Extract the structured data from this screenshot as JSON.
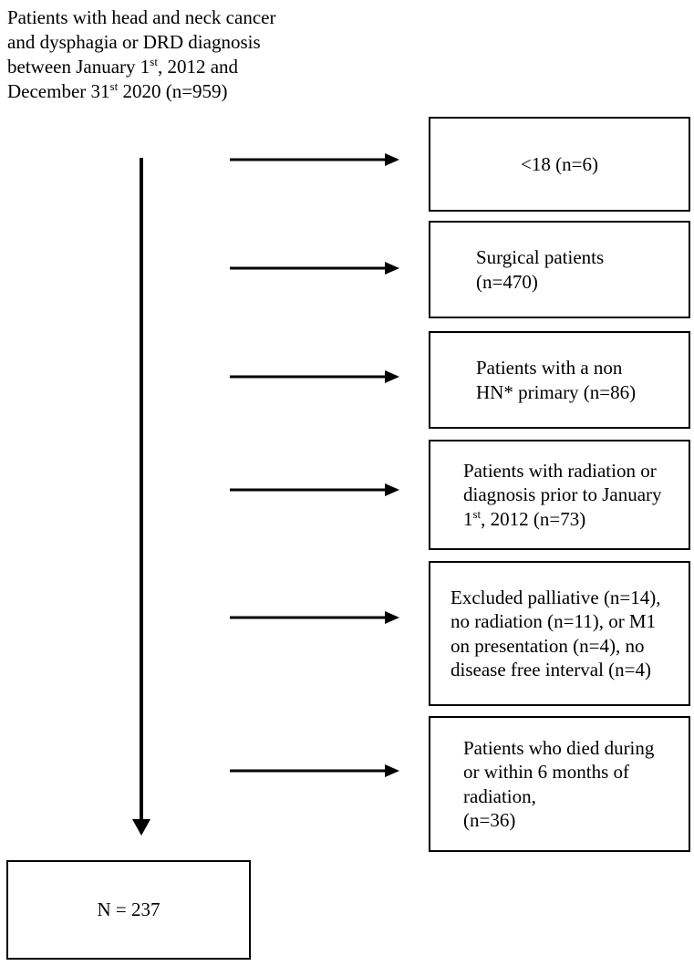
{
  "colors": {
    "background": "#ffffff",
    "line": "#000000",
    "text": "#000000"
  },
  "title": {
    "line1": "Patients with head and neck cancer",
    "line2": "and dysphagia or DRD diagnosis",
    "line3_pre": "between January 1",
    "line3_sup": "st",
    "line3_post": ", 2012 and",
    "line4_pre": "December 31",
    "line4_sup": "st",
    "line4_post": " 2020 (n=959)"
  },
  "exclusion_boxes": [
    {
      "name": "under-18",
      "lines": [
        "<18 (n=6)"
      ]
    },
    {
      "name": "surgical-patients",
      "lines": [
        "Surgical patients",
        "(n=470)"
      ]
    },
    {
      "name": "non-hn-primary",
      "lines": [
        "Patients with a non",
        "HN* primary (n=86)"
      ]
    },
    {
      "name": "prior-radiation-or-diagnosis",
      "lines": [
        "Patients with radiation or",
        "diagnosis prior to January"
      ],
      "line3": {
        "pre": "1",
        "sup": "st",
        "post": ", 2012 (n=73)"
      }
    },
    {
      "name": "excluded-palliative",
      "lines": [
        "Excluded palliative (n=14),",
        "no radiation (n=11), or M1",
        "on presentation (n=4), no",
        "disease free interval (n=4)"
      ]
    },
    {
      "name": "died-within-6-months",
      "lines": [
        "Patients who died during",
        "or within 6 months of",
        "radiation,",
        "(n=36)"
      ]
    }
  ],
  "final_box": {
    "text": "N = 237"
  }
}
